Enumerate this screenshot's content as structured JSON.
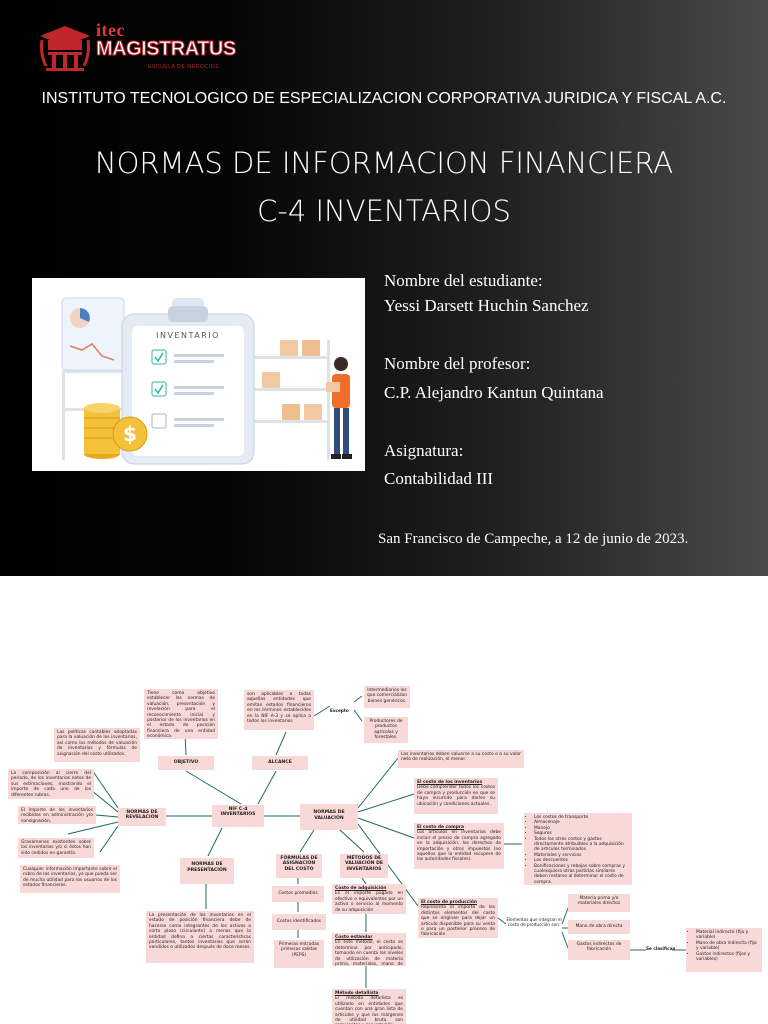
{
  "logo": {
    "itec": "itec",
    "name": "MAGISTRATUS",
    "tagline": "ESCUELA DE NEGOCIOS"
  },
  "institution": "INSTITUTO TECNOLOGICO DE ESPECIALIZACION CORPORATIVA JURIDICA Y FISCAL A.C.",
  "title_line1": "NORMAS DE INFORMACION FINANCIERA",
  "title_line2": "C-4 INVENTARIOS",
  "illustration": {
    "board_label": "INVENTARIO"
  },
  "student_label": "Nombre del estudiante:",
  "student_name": "Yessi Darsett Huchin Sanchez",
  "teacher_label": "Nombre del profesor:",
  "teacher_name": "C.P. Alejandro Kantun Quintana",
  "subject_label": "Asignatura:",
  "subject_name": "Contabilidad III",
  "place_date": "San Francisco de Campeche, a 12 de junio de 2023.",
  "colors": {
    "accent_red": "#c0272d",
    "node_fill": "#f9d9d7",
    "connector": "#1d6a5f"
  },
  "mindmap": {
    "center": "NIF C-4 INVENTARIOS",
    "objetivo": "OBJETIVO",
    "objetivo_text": "Tiene como objetivo establecer las normas de valuación, presentación y revelación para el reconocimiento inicial y posterior de los inventarios en el estado de posición financiera de una entidad económica.",
    "alcance": "ALCANCE",
    "alcance_text": "son aplicables a todas aquellas entidades que emitan estados financieros en los términos establecidos en la NIF A-3 y se aplica a todos los inventarios",
    "excepto": "Excepto",
    "excepto_1": "Intermediarios los que comercializan bienes genéricos.",
    "excepto_2": "Productores de productos agrícolas y forestales.",
    "revelacion": "NORMAS DE REVELACIÓN",
    "revelacion_1": "Las políticas contables adoptadas para la valuación de los inventarios, así como los métodos de valuación de inventarios y fórmulas de asignación del costo utilizados.",
    "revelacion_2": "La composición al cierre del periodo, de los inventarios netos de sus estimaciones, mostrando el importe de cada uno de los diferentes rubros.",
    "revelacion_3": "El importe de los inventarios recibidos en administración y/o consignación.",
    "revelacion_4": "Gravámenes existentes sobre los inventarios y/o si éstos han sido cedidos en garantía.",
    "revelacion_5": "Cualquier información importante sobre el rubro de los inventarios, ya que pueda ser de mucha utilidad para los usuarios de los estados financieros.",
    "presentacion": "NORMAS DE PRESENTACIÓN",
    "presentacion_text": "La presentación de los inventarios en el estado de posición financiera debe de hacerse como integrantes de los activos a corto plazo (circulante) a menos que la entidad defina a ciertas características particulares, tantos inventarios que serán vendidos o utilizados después de doce meses.",
    "valuacion": "NORMAS DE VALUACIÓN",
    "valuacion_1": "Los inventarios deben valuarse a su costo o a su valor neto de realización, el menor.",
    "costo_head": "El costo de los inventarios",
    "costo_text": "Debe comprender todos los costos de compra y producción en que se haya incurrido para darles su ubicación y condiciones actuales.",
    "compra_head": "El costo de compra",
    "compra_text": "Los artículos en inventarios debe incluir el precio de compra agregado en la adquisición, los derechos de importación y otros impuestos (no aquellos que la entidad recupere de las autoridades fiscales).",
    "compra_list": [
      "Los costos de transporte",
      "Almacenaje",
      "Manejo",
      "Seguros",
      "Todos los otros costos y gastos directamente atribuibles a la adquisición de artículos terminados",
      "Materiales y servicios",
      "Los descuentos",
      "Bonificaciones y rebajas sobre compras y cualesquiera otras partidas similares deben restarse al determinar el costo de compra."
    ],
    "produccion_head": "El costo de producción",
    "produccion_text": "Representa el importe de los distintos elementos del costo que se originan para dejar un artículo disponible para su venta o para un posterior proceso de fabricación.",
    "elementos": "Elementos que integran el costo de producción son:",
    "materia": "Materia prima y/o materiales directos",
    "mano": "Mano de obra directa",
    "gastos": "Gastos indirectos de fabricación",
    "clasifican": "Se clasifican",
    "gastos_list": [
      "Material indirecto (fijo y variable)",
      "Mano de obra indirecta (fija y variable)",
      "Gastos indirectos (fijos y variables)"
    ],
    "formulas": "FÓRMULAS DE ASIGNACIÓN DEL COSTO",
    "formula_1": "Costos promedios",
    "formula_2": "Costos identificados",
    "formula_3": "Primeras entradas primeras salidas (PEPS)",
    "metodos": "MÉTODOS DE VALUACIÓN DE INVENTARIOS",
    "metodo_1_head": "Costo de adquisición",
    "metodo_1_text": "Es el importe pagado en efectivo o equivalentes por un activo o servicio al momento de su adquisición",
    "metodo_2_head": "Costo estándar",
    "metodo_2_text": "En este método, el costo se determina por anticipado, tomando en cuenta los niveles de utilización de materia prima, materiales, mano de obra y gastos de fabricación",
    "metodo_3_head": "Método detallista",
    "metodo_3_text": "El método detallista es utilizado en entidades que cuentan con una gran lista de artículos y que los márgenes de utilidad bruta son semejantes y con rotación"
  }
}
